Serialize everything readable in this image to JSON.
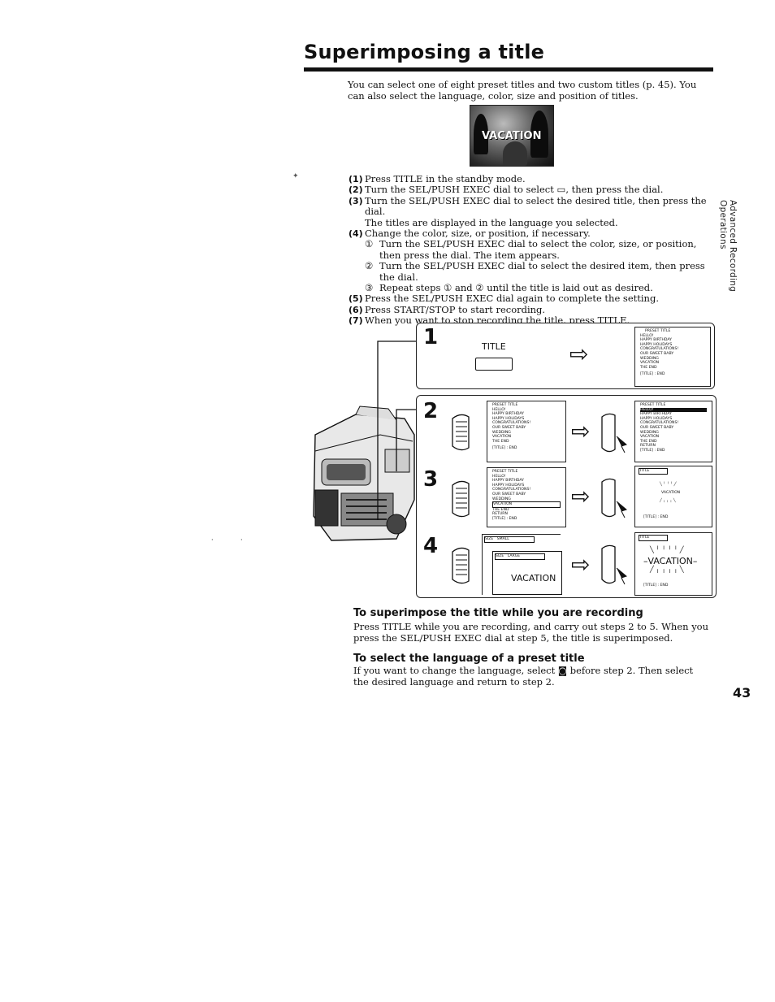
{
  "page": {
    "title": "Superimposing a title",
    "intro": "You can select one of eight preset titles and two custom titles (p. 45). You can also select the language, color, size and position of titles.",
    "photo_caption": "VACATION",
    "side_label": "Advanced Recording Operations",
    "page_number": "43"
  },
  "steps": [
    {
      "num": "(1)",
      "text": "Press TITLE in the standby mode."
    },
    {
      "num": "(2)",
      "text": "Turn the SEL/PUSH EXEC dial to select ▭, then press the dial."
    },
    {
      "num": "(3)",
      "text": "Turn the SEL/PUSH EXEC dial to select the desired title, then press the dial."
    },
    {
      "num": "",
      "text": "The titles are displayed in the language you selected."
    },
    {
      "num": "(4)",
      "text": "Change the color, size, or position, if necessary."
    }
  ],
  "substeps": [
    {
      "circ": "①",
      "text": "Turn the SEL/PUSH EXEC dial to select the color, size, or position, then press the dial. The item appears."
    },
    {
      "circ": "②",
      "text": "Turn the SEL/PUSH EXEC dial to select the desired item, then press the dial."
    },
    {
      "circ": "③",
      "text": "Repeat steps ① and ② until the title is laid out as desired."
    }
  ],
  "steps_after": [
    {
      "num": "(5)",
      "text": "Press the SEL/PUSH EXEC dial again to complete the setting."
    },
    {
      "num": "(6)",
      "text": "Press START/STOP to start recording."
    },
    {
      "num": "(7)",
      "text": "When you want to stop recording the title, press TITLE."
    }
  ],
  "diagram": {
    "step_numbers": [
      "1",
      "2",
      "3",
      "4"
    ],
    "title_button_label": "TITLE",
    "preset_menu": {
      "header": "PRESET TITLE",
      "items": [
        "HELLO!",
        "HAPPY BIRTHDAY",
        "HAPPY HOLIDAYS",
        "CONGRATULATIONS!",
        "OUR SWEET BABY",
        "WEDDING",
        "VACATION",
        "THE END"
      ],
      "footer": "[TITLE] : END"
    },
    "preset_menu_return": {
      "items": [
        "HELLO!",
        "HAPPY BIRTHDAY",
        "HAPPY HOLIDAYS",
        "CONGRATULATIONS!",
        "OUR SWEET BABY",
        "WEDDING",
        "VACATION",
        "THE END",
        "RETURN"
      ],
      "footer": "[TITLE] : END"
    },
    "title_tag": "TITLE",
    "vacation_small": "VACATION",
    "vacation_large": "VACATION",
    "size_label": "SIZE",
    "size_small": "SMALL",
    "size_large": "LARGE",
    "popup_text": "VACATION",
    "screen_footer": "[TITLE] : END"
  },
  "sections": [
    {
      "heading": "To superimpose the title while you are recording",
      "body": "Press TITLE while you are recording, and carry out steps 2 to 5. When you press the SEL/PUSH EXEC dial at step 5, the title is superimposed."
    },
    {
      "heading": "To select the language of a preset title",
      "body": "If you want to change the language, select ◙ before step 2. Then select the desired language and return to step 2."
    }
  ]
}
